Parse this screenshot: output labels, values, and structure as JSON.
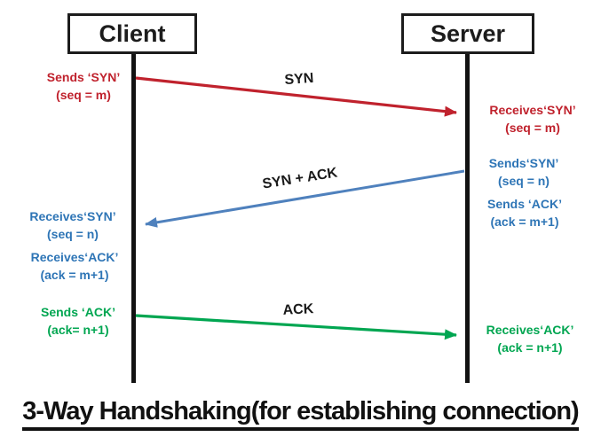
{
  "diagram": {
    "title": "3-Way Handshaking(for establishing connection)",
    "actors": [
      {
        "label": "Client"
      },
      {
        "label": "Server"
      }
    ],
    "messages": [
      {
        "label": "SYN",
        "from": "Client",
        "to": "Server",
        "color": "#c0222d"
      },
      {
        "label": "SYN + ACK",
        "from": "Server",
        "to": "Client",
        "color": "#4f81bd"
      },
      {
        "label": "ACK",
        "from": "Client",
        "to": "Server",
        "color": "#00a651"
      }
    ],
    "annotations": [
      {
        "side": "client",
        "color": "#c0222d",
        "line1": "Sends ‘SYN’",
        "line2": "(seq = m)"
      },
      {
        "side": "server",
        "color": "#c0222d",
        "line1": "Receives‘SYN’",
        "line2": "(seq = m)"
      },
      {
        "side": "server",
        "color": "#2e75b6",
        "line1": "Sends‘SYN’",
        "line2": "(seq = n)"
      },
      {
        "side": "server",
        "color": "#2e75b6",
        "line1": "Sends ‘ACK’",
        "line2": "(ack = m+1)"
      },
      {
        "side": "client",
        "color": "#2e75b6",
        "line1": "Receives‘SYN’",
        "line2": "(seq = n)"
      },
      {
        "side": "client",
        "color": "#2e75b6",
        "line1": "Receives‘ACK’",
        "line2": "(ack = m+1)"
      },
      {
        "side": "client",
        "color": "#00a651",
        "line1": "Sends ‘ACK’",
        "line2": "(ack= n+1)"
      },
      {
        "side": "server",
        "color": "#00a651",
        "line1": "Receives‘ACK’",
        "line2": "(ack = n+1)"
      }
    ],
    "colors": {
      "red": "#c0222d",
      "blue_arrow": "#4f81bd",
      "blue_text": "#2e75b6",
      "green": "#00a651",
      "black": "#1c1c1c"
    }
  }
}
